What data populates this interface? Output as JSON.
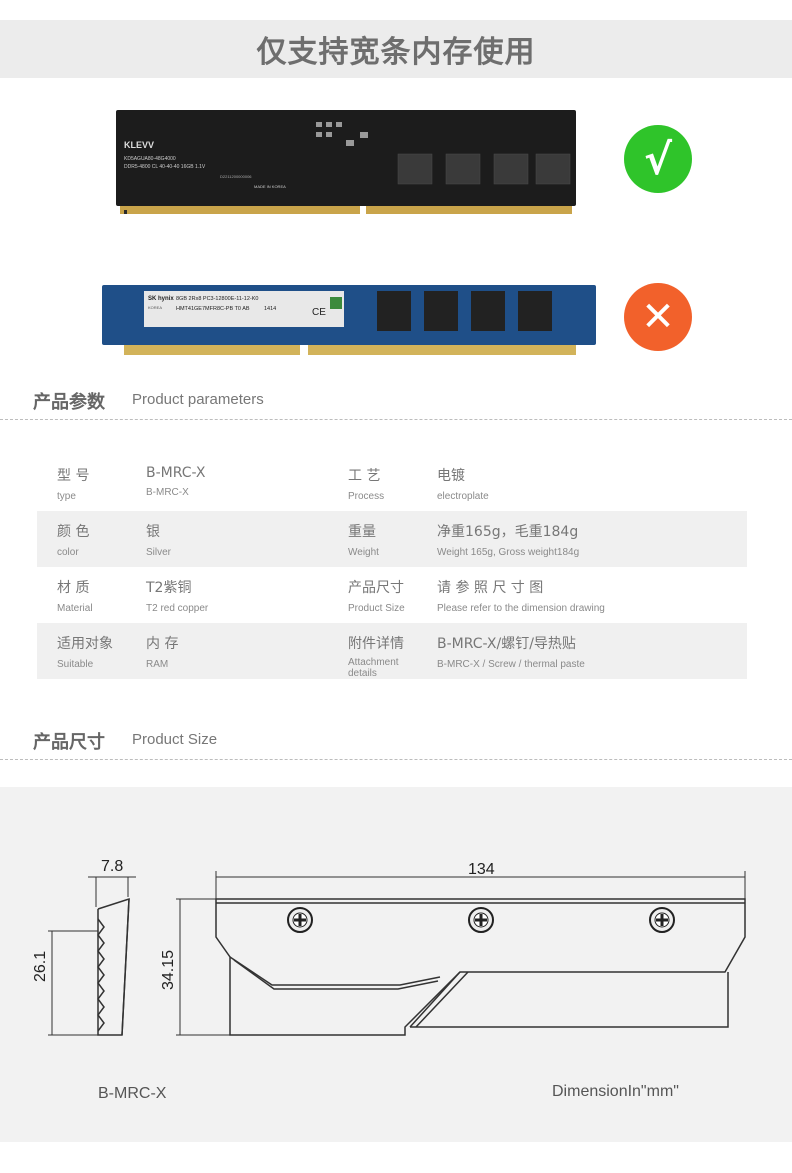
{
  "banner": {
    "title": "仅支持宽条内存使用"
  },
  "compat": {
    "ddr5": {
      "brand": "KLEVV",
      "part_line1": "KD5AGUA80-48G4000",
      "part_line2": "DDR5-4800 CL 40-40-40 16GB 1.1V",
      "serial": "D2211200000006",
      "origin": "MADE IN KOREA",
      "status_symbol": "√"
    },
    "ddr3": {
      "brand": "SK hynix",
      "region": "KOREA",
      "part_line1": "8GB 2Rx8 PC3-12800E-11-12-K0",
      "part_line2": "HMT41GE7MFR8C-PB T0 AB",
      "date_code": "1414",
      "cert": "CE",
      "status_symbol": "✕"
    }
  },
  "params_section": {
    "zh": "产品参数",
    "en": "Product parameters"
  },
  "params": [
    {
      "label_zh": "型 号",
      "label_en": "type",
      "value_zh": "B-MRC-X",
      "value_en": "B-MRC-X",
      "label2_zh": "工 艺",
      "label2_en": "Process",
      "value2_zh": "电镀",
      "value2_en": "electroplate"
    },
    {
      "label_zh": "颜 色",
      "label_en": "color",
      "value_zh": "银",
      "value_en": "Silver",
      "label2_zh": "重量",
      "label2_en": "Weight",
      "value2_zh": "净重165g，毛重184g",
      "value2_en": "Weight 165g, Gross weight184g"
    },
    {
      "label_zh": "材 质",
      "label_en": "Material",
      "value_zh": "T2紫铜",
      "value_en": "T2 red copper",
      "label2_zh": "产品尺寸",
      "label2_en": "Product Size",
      "value2_zh": "请 参 照 尺 寸 图",
      "value2_en": "Please refer to the dimension drawing"
    },
    {
      "label_zh": "适用对象",
      "label_en": "Suitable",
      "value_zh": "内 存",
      "value_en": "RAM",
      "label2_zh": "附件详情",
      "label2_en": "Attachment details",
      "value2_zh": "B-MRC-X/螺钉/导热贴",
      "value2_en": "B-MRC-X / Screw / thermal paste"
    }
  ],
  "size_section": {
    "zh": "产品尺寸",
    "en": "Product Size"
  },
  "drawing": {
    "dim_thickness": "7.8",
    "dim_length": "134",
    "dim_side_height": "26.1",
    "dim_front_height": "34.15",
    "model": "B-MRC-X",
    "unit_note": "DimensionIn\"mm\""
  },
  "colors": {
    "ok": "#2fc42a",
    "no": "#f2612b",
    "ddr5_pcb": "#1c1c1c",
    "ddr3_pcb": "#1f4f88"
  }
}
